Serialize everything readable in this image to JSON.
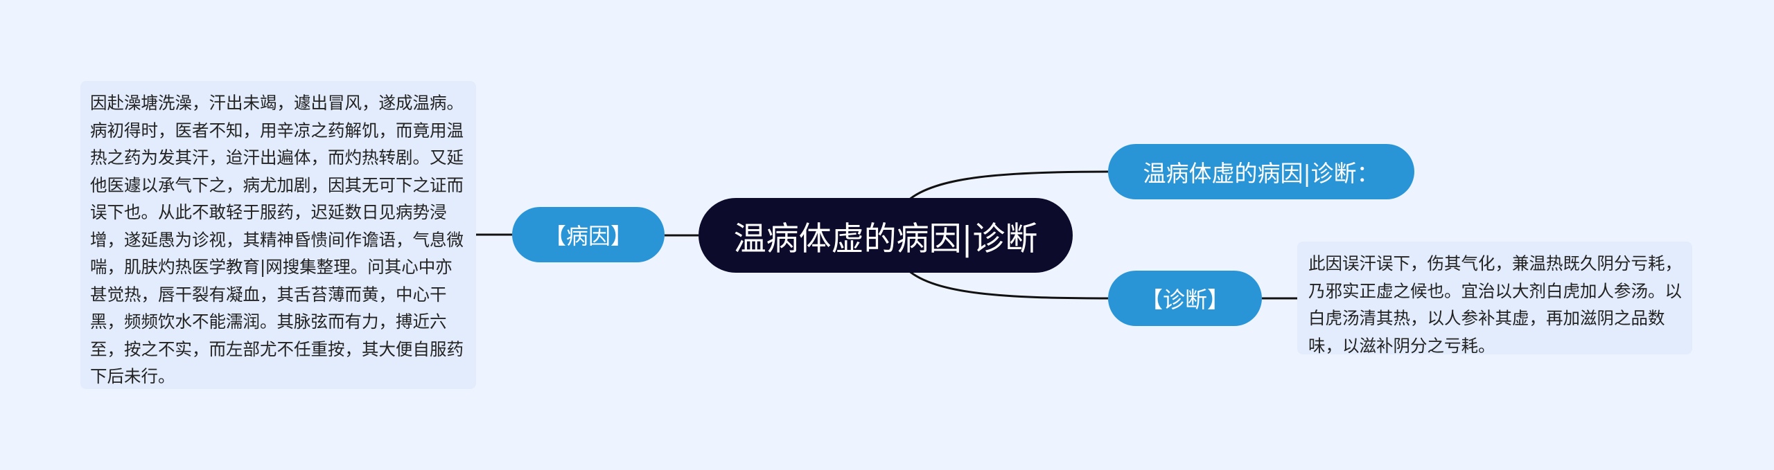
{
  "mindmap": {
    "root": {
      "label": "温病体虚的病因|诊断"
    },
    "branches": {
      "title": {
        "label": "温病体虚的病因|诊断："
      },
      "cause": {
        "label": "【病因】",
        "detail": "因赴澡塘洗澡，汗出未竭，遽出冒风，遂成温病。病初得时，医者不知，用辛凉之药解饥，而竟用温热之药为发其汗，迨汗出遍体，而灼热转剧。又延他医遽以承气下之，病尤加剧，因其无可下之证而误下也。从此不敢轻于服药，迟延数日见病势浸增，遂延愚为诊视，其精神昏愦间作谵语，气息微喘，肌肤灼热医学教育|网搜集整理。问其心中亦甚觉热，唇干裂有凝血，其舌苔薄而黄，中心干黑，频频饮水不能濡润。其脉弦而有力，搏近六至，按之不实，而左部尤不任重按，其大便自服药下后未行。"
      },
      "diagnosis": {
        "label": "【诊断】",
        "detail": "此因误汗误下，伤其气化，兼温热既久阴分亏耗，乃邪实正虚之候也。宜治以大剂白虎加人参汤。以白虎汤清其热，以人参补其虚，再加滋阴之品数味，以滋补阴分之亏耗。"
      }
    },
    "colors": {
      "background": "#eef4ff",
      "root_fill": "#0d0b2b",
      "branch_fill": "#2a95d6",
      "leaf_fill": "#e3ecfc",
      "connector": "#111111"
    }
  }
}
